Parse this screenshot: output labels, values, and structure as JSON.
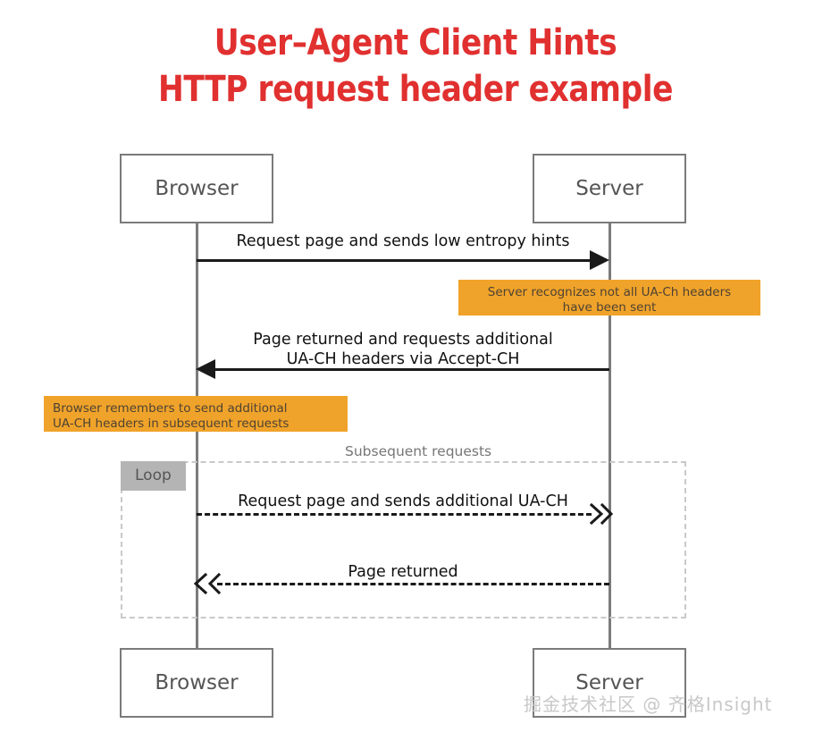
{
  "title": {
    "line1": "User–Agent Client Hints",
    "line2": "HTTP request header example",
    "color": "#e0302f"
  },
  "diagram": {
    "type": "sequence-diagram",
    "participants": [
      {
        "id": "browser",
        "label": "Browser"
      },
      {
        "id": "server",
        "label": "Server"
      }
    ],
    "messages": [
      {
        "id": "m1",
        "from": "browser",
        "to": "server",
        "label": "Request page and sends low entropy hints",
        "style": "solid",
        "arrow": "filled"
      },
      {
        "id": "m2",
        "from": "server",
        "to": "browser",
        "label": "Page returned and requests additional\nUA-CH headers via Accept-CH",
        "style": "solid",
        "arrow": "filled"
      },
      {
        "id": "m3",
        "from": "browser",
        "to": "server",
        "label": "Request page and sends additional UA-CH",
        "style": "dashed",
        "arrow": "open"
      },
      {
        "id": "m4",
        "from": "server",
        "to": "browser",
        "label": "Page returned",
        "style": "dashed",
        "arrow": "open"
      }
    ],
    "notes": [
      {
        "id": "n1",
        "attached_to": "server",
        "text": "Server recognizes not all UA-Ch headers\nhave been sent",
        "background": "#f0a32a",
        "align": "center"
      },
      {
        "id": "n2",
        "attached_to": "browser",
        "text": "Browser remembers to send additional\nUA-CH headers in subsequent requests",
        "background": "#f0a32a",
        "align": "left"
      }
    ],
    "fragment": {
      "tag": "Loop",
      "caption": "Subsequent requests",
      "tag_background": "#b4b4b4",
      "border_style": "dashed"
    },
    "footer_participants": [
      {
        "id": "browser-footer",
        "label": "Browser"
      },
      {
        "id": "server-footer",
        "label": "Server"
      }
    ]
  },
  "watermark": {
    "text": "掘金技术社区 @ 齐格Insight"
  }
}
